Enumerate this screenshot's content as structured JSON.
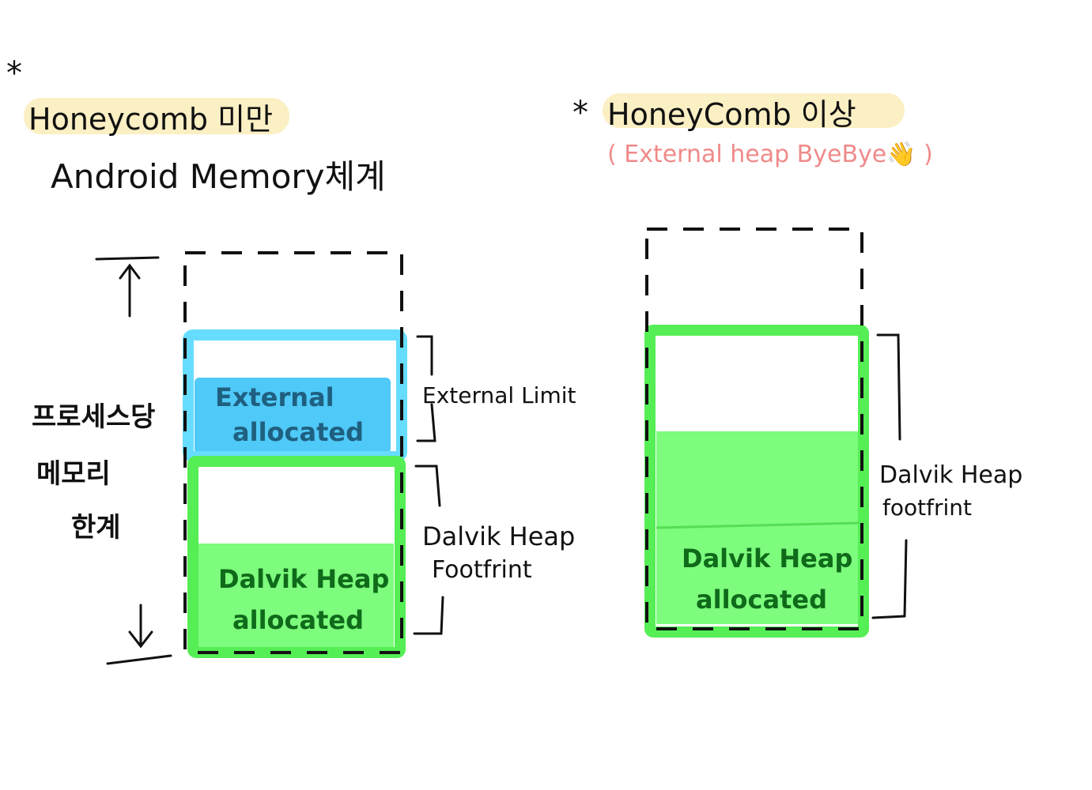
{
  "colors": {
    "highlight": "#fbefc4",
    "external_stroke": "#66dcff",
    "external_fill": "#4fc9f7",
    "external_text": "#1f5f80",
    "dalvik_stroke": "#55ee55",
    "dalvik_fill": "#7dfc7d",
    "dalvik_text": "#0f6a1a",
    "subtitle": "#f08a8a",
    "ink": "#111111"
  },
  "left": {
    "star": "*",
    "title": "Honeycomb 미만",
    "subtitle": "Android Memory체계",
    "side_label_lines": [
      "프로세스당",
      "메모리",
      "한계"
    ],
    "external_block_lines": [
      "External",
      "allocated"
    ],
    "dalvik_block_lines": [
      "Dalvik Heap",
      "allocated"
    ],
    "external_limit_label": "External Limit",
    "dalvik_footprint_lines": [
      "Dalvik Heap",
      "Footfrint"
    ]
  },
  "right": {
    "star": "*",
    "title": "HoneyComb 이상",
    "subtitle": "( External heap ByeBye👋 )",
    "dalvik_block_lines": [
      "Dalvik Heap",
      "allocated"
    ],
    "dalvik_footprint_lines": [
      "Dalvik Heap",
      "footfrint"
    ]
  }
}
